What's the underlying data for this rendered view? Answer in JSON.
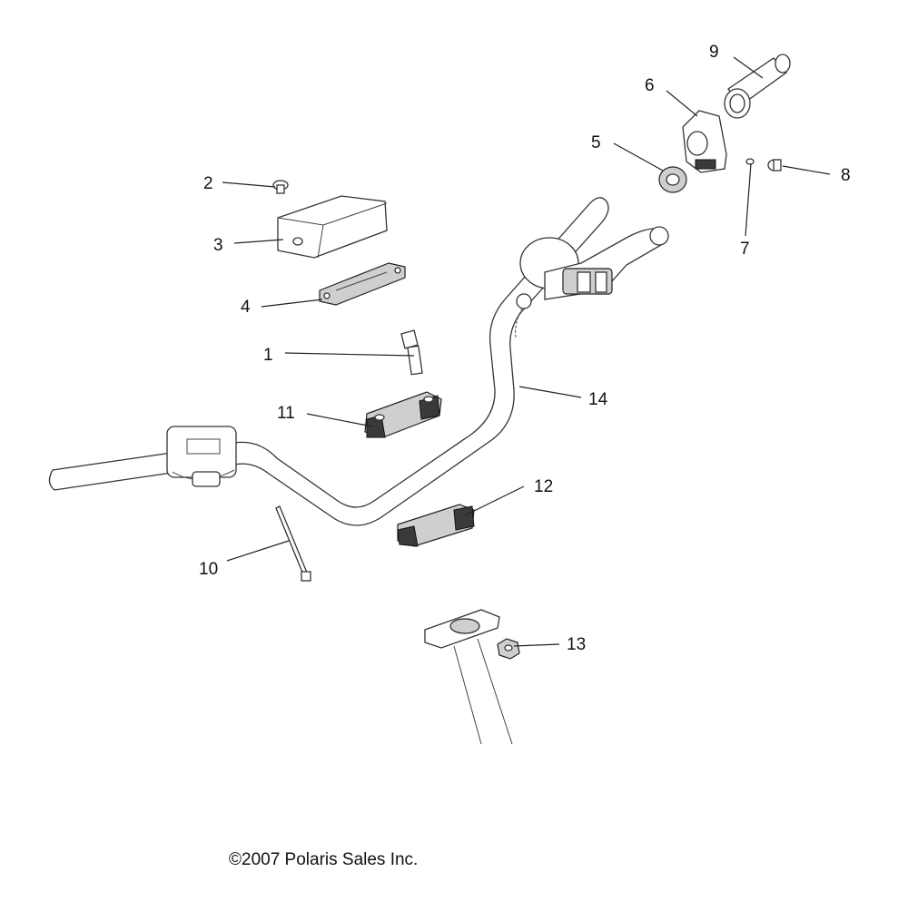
{
  "callouts": {
    "c1": "1",
    "c2": "2",
    "c3": "3",
    "c4": "4",
    "c5": "5",
    "c6": "6",
    "c7": "7",
    "c8": "8",
    "c9": "9",
    "c10": "10",
    "c11": "11",
    "c12": "12",
    "c13": "13",
    "c14": "14"
  },
  "copyright": "©2007 Polaris Sales Inc."
}
